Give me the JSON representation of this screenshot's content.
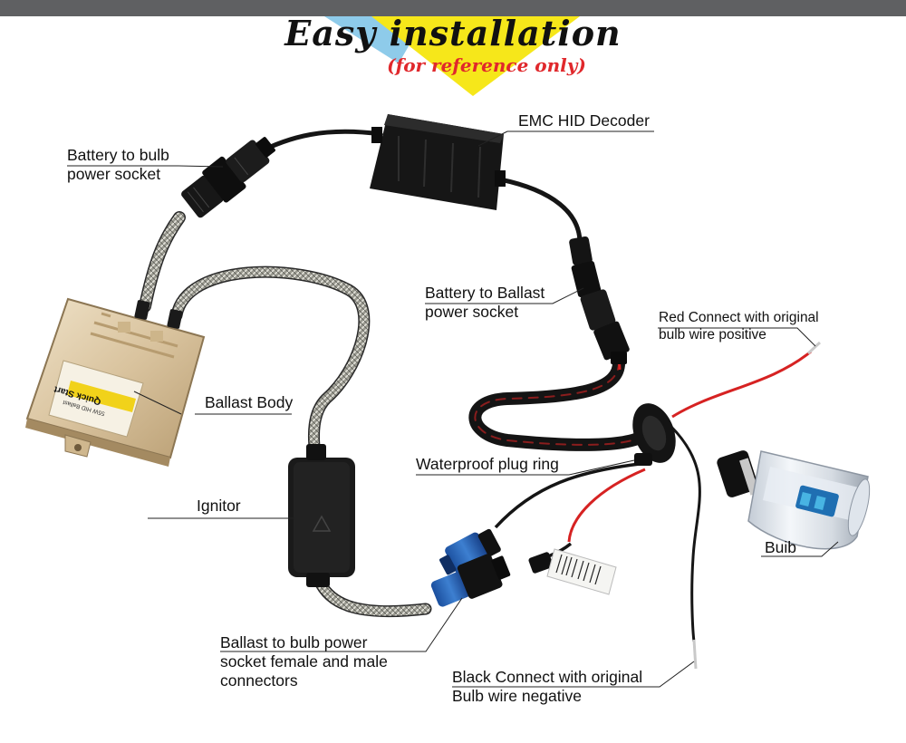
{
  "header": {
    "title": "Easy installation",
    "subtitle": "(for reference only)"
  },
  "labels": {
    "battery_to_bulb": [
      "Battery to bulb",
      "power socket"
    ],
    "emc_decoder": "EMC HID Decoder",
    "battery_to_ballast": [
      "Battery to Ballast",
      "power socket"
    ],
    "red_connect": [
      "Red Connect with original",
      "bulb wire positive"
    ],
    "ballast_body": "Ballast Body",
    "waterproof_ring": "Waterproof plug ring",
    "ignitor": "Ignitor",
    "bulb": "Buib",
    "ballast_to_bulb": [
      "Ballast to bulb power",
      "socket female and male",
      "connectors"
    ],
    "black_connect": [
      "Black Connect with original",
      "Bulb wire negative"
    ]
  },
  "colors": {
    "top_bar": "#5f6062",
    "accent_yellow": "#f6e71a",
    "accent_blue": "#8ecbea",
    "subtitle_red": "#e0282c"
  },
  "product": {
    "ballast_brand": "Quick Start",
    "ballast_spec": "55W HID Ballast"
  }
}
